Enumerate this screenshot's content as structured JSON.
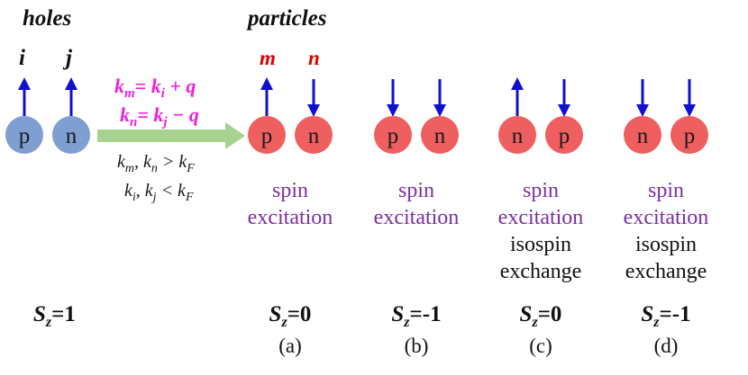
{
  "header": {
    "holes_label": "holes",
    "particles_label": "particles",
    "hole_i": "i",
    "hole_j": "j",
    "particle_m": "m",
    "particle_n": "n"
  },
  "holes": {
    "ball_left": "p",
    "ball_right": "n",
    "sz_S": "S",
    "sz_sub": "z",
    "sz_val": "=1"
  },
  "arrow": {
    "eq1_lhs": "k",
    "eq1_lhs_sub": "m",
    "eq1_rhs": "= k",
    "eq1_rhs_sub": "i",
    "eq1_tail": " + q",
    "eq2_lhs": "k",
    "eq2_lhs_sub": "n",
    "eq2_rhs": "= k",
    "eq2_rhs_sub": "j",
    "eq2_tail": " − q",
    "cond1": "k_m, k_n > k_F",
    "cond1_a": "k",
    "cond1_a_sub": "m",
    "cond1_b": ", k",
    "cond1_b_sub": "n",
    "cond1_c": " > k",
    "cond1_c_sub": "F",
    "cond2_a": "k",
    "cond2_a_sub": "i",
    "cond2_b": ", k",
    "cond2_b_sub": "j",
    "cond2_c": " < k",
    "cond2_c_sub": "F"
  },
  "panels": [
    {
      "ball_left": "p",
      "ball_right": "n",
      "line1": "spin",
      "line2": "excitation",
      "line3": "",
      "line4": "",
      "sz_S": "S",
      "sz_sub": "z",
      "sz_val": "=0",
      "tag": "(a)",
      "left_spin": "up",
      "right_spin": "down"
    },
    {
      "ball_left": "p",
      "ball_right": "n",
      "line1": "spin",
      "line2": "excitation",
      "line3": "",
      "line4": "",
      "sz_S": "S",
      "sz_sub": "z",
      "sz_val": "=-1",
      "tag": "(b)",
      "left_spin": "down",
      "right_spin": "down"
    },
    {
      "ball_left": "n",
      "ball_right": "p",
      "line1": "spin",
      "line2": "excitation",
      "line3": "isospin",
      "line4": "exchange",
      "sz_S": "S",
      "sz_sub": "z",
      "sz_val": "=0",
      "tag": "(c)",
      "left_spin": "up",
      "right_spin": "down"
    },
    {
      "ball_left": "n",
      "ball_right": "p",
      "line1": "spin",
      "line2": "excitation",
      "line3": "isospin",
      "line4": "exchange",
      "sz_S": "S",
      "sz_sub": "z",
      "sz_val": "=-1",
      "tag": "(d)",
      "left_spin": "down",
      "right_spin": "down"
    }
  ],
  "colors": {
    "hole_ball": "#7f9fd2",
    "particle_ball": "#ef5f5f",
    "spin_arrow": "#1010d0",
    "magenta": "#ee1ee0",
    "purple_text": "#7b2fa0",
    "red_label": "#dd0000",
    "green_arrow": "#a8d28f"
  }
}
